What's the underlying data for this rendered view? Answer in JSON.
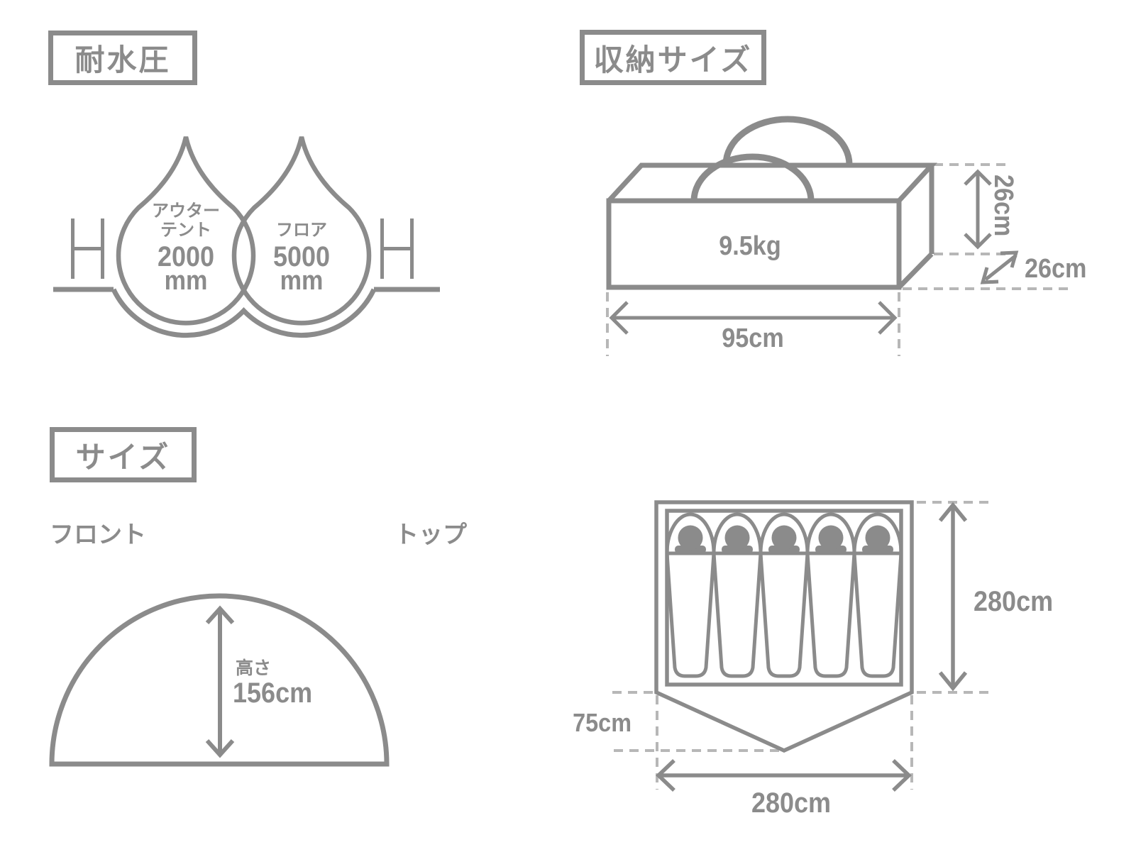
{
  "colors": {
    "line": "#8b8b8b",
    "dash": "#b7b7b7",
    "text": "#8b8b8b",
    "background": "#ffffff"
  },
  "sections": {
    "water_resistance": {
      "title": "耐水圧",
      "drops": [
        {
          "name_line1": "アウター",
          "name_line2": "テント",
          "value": "2000",
          "unit": "mm"
        },
        {
          "name_line1": "フロア",
          "value": "5000",
          "unit": "mm"
        }
      ]
    },
    "storage_size": {
      "title": "収納サイズ",
      "weight": "9.5kg",
      "dims": {
        "height": "26cm",
        "depth": "26cm",
        "width": "95cm"
      }
    },
    "size": {
      "title": "サイズ",
      "front_view": {
        "label": "フロント",
        "height_caption": "高さ",
        "height_value": "156cm"
      },
      "top_view": {
        "label": "トップ",
        "depth": "280cm",
        "vestibule_depth": "75cm",
        "width": "280cm",
        "sleeper_count": 5
      }
    }
  }
}
